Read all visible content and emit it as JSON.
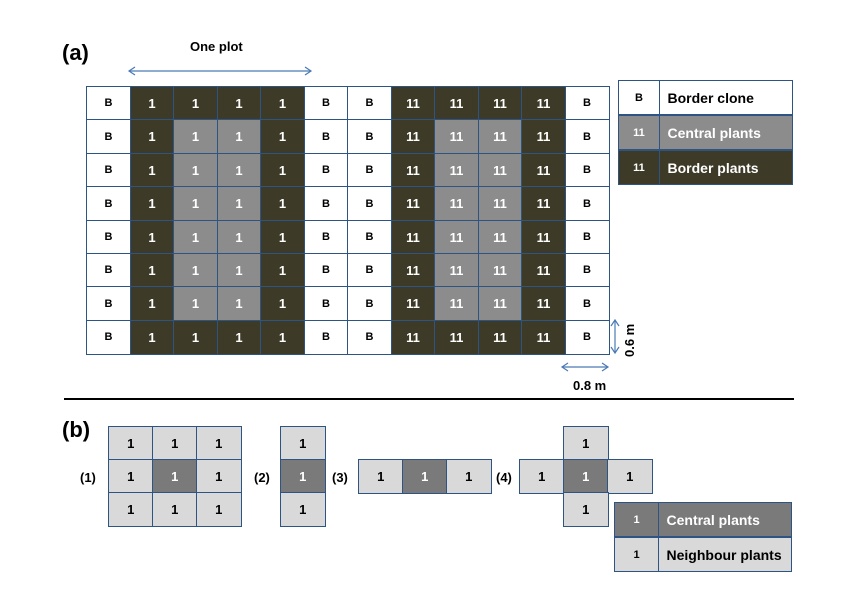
{
  "panel_a": {
    "label": "(a)",
    "plot_label": "One plot",
    "dim_vertical": "0.6 m",
    "dim_horizontal": "0.8 m",
    "rows": [
      [
        "B",
        "1",
        "1",
        "1",
        "1",
        "B",
        "B",
        "11",
        "11",
        "11",
        "11",
        "B"
      ],
      [
        "B",
        "1",
        "1",
        "1",
        "1",
        "B",
        "B",
        "11",
        "11",
        "11",
        "11",
        "B"
      ],
      [
        "B",
        "1",
        "1",
        "1",
        "1",
        "B",
        "B",
        "11",
        "11",
        "11",
        "11",
        "B"
      ],
      [
        "B",
        "1",
        "1",
        "1",
        "1",
        "B",
        "B",
        "11",
        "11",
        "11",
        "11",
        "B"
      ],
      [
        "B",
        "1",
        "1",
        "1",
        "1",
        "B",
        "B",
        "11",
        "11",
        "11",
        "11",
        "B"
      ],
      [
        "B",
        "1",
        "1",
        "1",
        "1",
        "B",
        "B",
        "11",
        "11",
        "11",
        "11",
        "B"
      ],
      [
        "B",
        "1",
        "1",
        "1",
        "1",
        "B",
        "B",
        "11",
        "11",
        "11",
        "11",
        "B"
      ],
      [
        "B",
        "1",
        "1",
        "1",
        "1",
        "B",
        "B",
        "11",
        "11",
        "11",
        "11",
        "B"
      ]
    ],
    "legend": [
      {
        "key": "B",
        "text": "Border clone",
        "color": "#ffffff"
      },
      {
        "key": "11",
        "text": "Central plants",
        "color": "#8c8c8c"
      },
      {
        "key": "11",
        "text": "Border plants",
        "color": "#3d3a27"
      }
    ]
  },
  "panel_b": {
    "label": "(b)",
    "configs": [
      {
        "label": "(1)",
        "center": "1",
        "neighbour": "1"
      },
      {
        "label": "(2)",
        "center": "1",
        "neighbour": "1"
      },
      {
        "label": "(3)",
        "center": "1",
        "neighbour": "1"
      },
      {
        "label": "(4)",
        "center": "1",
        "neighbour": "1"
      }
    ],
    "legend": [
      {
        "key": "1",
        "text": "Central plants",
        "color": "#7a7a7a"
      },
      {
        "key": "1",
        "text": "Neighbour plants",
        "color": "#d9d9d9"
      }
    ]
  },
  "colors": {
    "border_line": "#2e5483",
    "border_plant": "#3d3a27",
    "central_plant": "#8c8c8c",
    "neighbour_plant": "#d9d9d9"
  }
}
